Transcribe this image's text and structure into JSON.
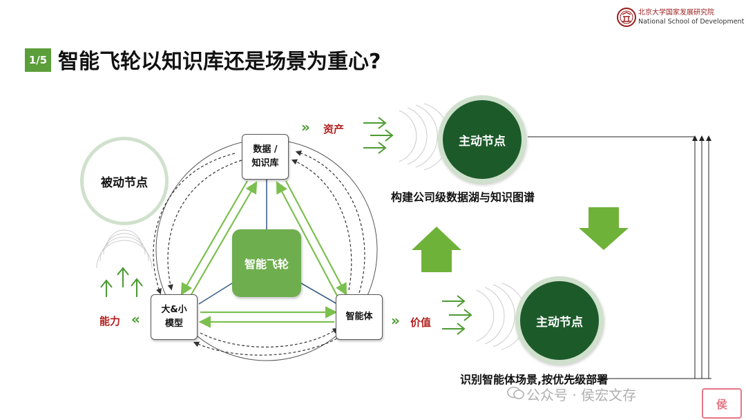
{
  "header": {
    "badge": "1/5",
    "title": "智能飞轮以知识库还是场景为重心?",
    "logo_cn": "北京大学国家发展研究院",
    "logo_en": "National School of Development"
  },
  "diagram": {
    "passive_node": "被动节点",
    "center": "智能飞轮",
    "box_data_line1": "数据 /",
    "box_data_line2": "知识库",
    "box_model_line1": "大&小",
    "box_model_line2": "模型",
    "box_agent": "智能体",
    "label_asset": "资产",
    "label_ability": "能力",
    "label_value": "价值",
    "active_node_top": "主动节点",
    "active_node_bottom": "主动节点",
    "caption_top": "构建公司级数据湖与知识图谱",
    "caption_bottom": "识别智能体场景,按优先级部署"
  },
  "footer": {
    "watermark": "公众号 · 侯宏文存",
    "stamp": "侯"
  },
  "colors": {
    "accent_green": "#5c9e3a",
    "dark_green": "#1d5a2a",
    "light_green": "#cfe1cc",
    "label_red": "#b32020"
  }
}
